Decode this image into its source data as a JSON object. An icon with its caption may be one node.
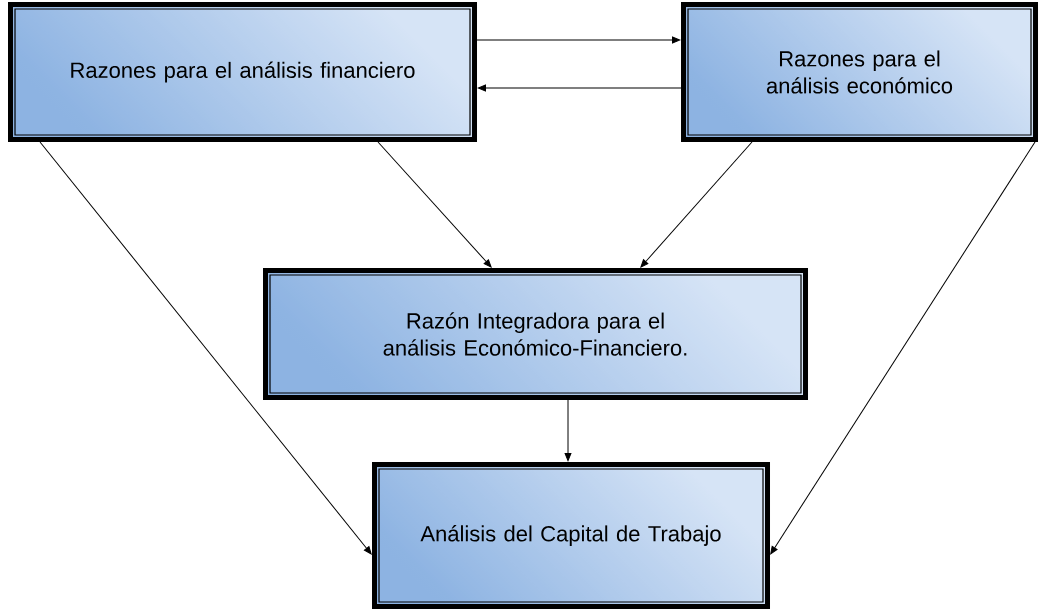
{
  "diagram": {
    "nodes": [
      {
        "text": [
          "Razones para el análisis financiero"
        ]
      },
      {
        "text": [
          "Razones para el análisis económico"
        ]
      },
      {
        "text": [
          "Razón Integradora para el análisis Económico-Financiero."
        ]
      },
      {
        "text": [
          "Análisis del Capital de Trabajo"
        ]
      }
    ],
    "edges": [
      {
        "from": 0,
        "to": 1,
        "arrow": "to"
      },
      {
        "from": 1,
        "to": 0,
        "arrow": "to"
      },
      {
        "from": 0,
        "to": 2,
        "arrow": "to"
      },
      {
        "from": 1,
        "to": 2,
        "arrow": "to"
      },
      {
        "from": 2,
        "to": 3,
        "arrow": "to"
      },
      {
        "from": 0,
        "to": 3,
        "arrow": "to"
      },
      {
        "from": 1,
        "to": 3,
        "arrow": "to"
      }
    ]
  }
}
